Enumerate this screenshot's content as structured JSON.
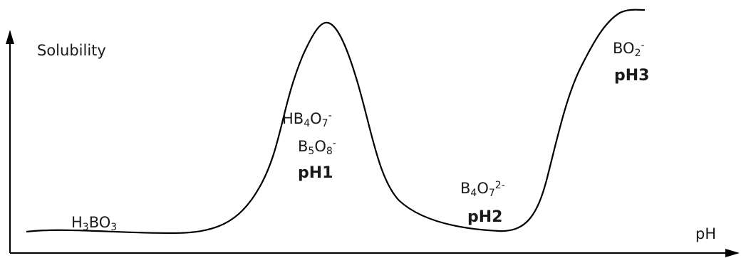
{
  "axes": {
    "y_label": "Solubility",
    "x_label": "pH"
  },
  "species": {
    "h3bo3": {
      "p1": "H",
      "s1": "3",
      "p2": "BO",
      "s2": "3"
    },
    "hb4o7": {
      "p1": "HB",
      "s1": "4",
      "p2": "O",
      "s2": "7",
      "charge": "-"
    },
    "b5o8": {
      "p1": "B",
      "s1": "5",
      "p2": "O",
      "s2": "8",
      "charge": "-"
    },
    "b4o7": {
      "p1": "B",
      "s1": "4",
      "p2": "O",
      "s2": "7",
      "charge": "2-"
    },
    "bo2": {
      "p1": "BO",
      "s1": "2",
      "charge": "-"
    }
  },
  "ph_labels": {
    "ph1": "pH1",
    "ph2": "pH2",
    "ph3": "pH3"
  },
  "colors": {
    "line": "#000000",
    "text": "#1a1a1a"
  }
}
